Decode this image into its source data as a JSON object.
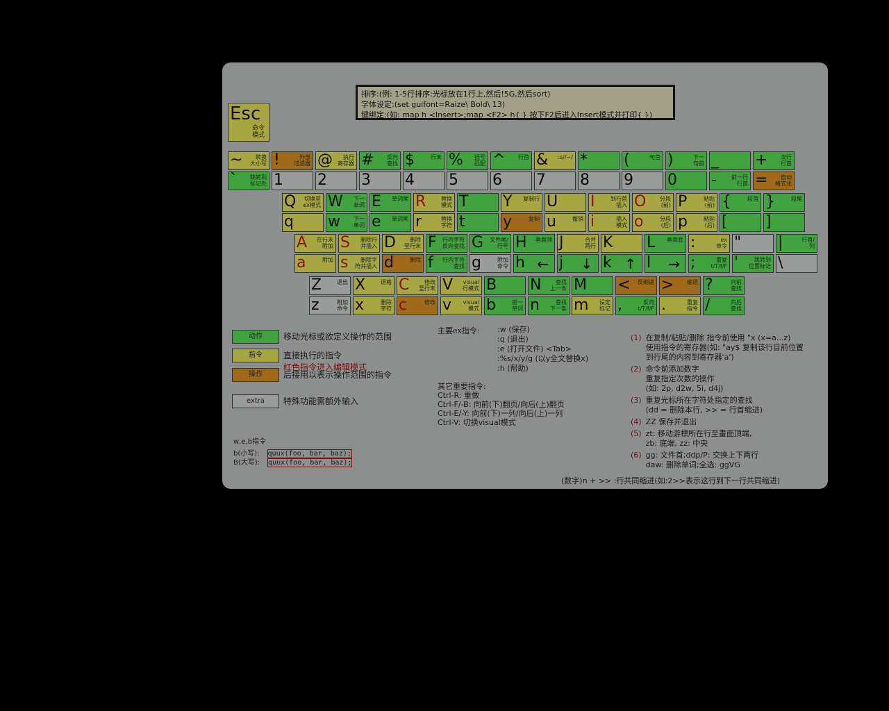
{
  "tip_lines": [
    "排序:(例: 1-5行排序:光标放在1行上,然后!5G,然后sort)",
    "字体设定:(set guifont=Raize\\ Bold\\ 13)",
    "键绑定:(如: map h <Insert>;map <F2> h{ } 按下F2后进入Insert模式并打印{ })"
  ],
  "esc": {
    "label": "Esc",
    "desc": "命令\n模式"
  },
  "rows": [
    [
      {
        "t": "~",
        "td": "转换\n大小写",
        "tc": "y",
        "b": "`",
        "bd": "跳转到\n标记处",
        "bc": "g"
      },
      {
        "t": "!",
        "td": "外部\n过滤器",
        "tc": "o",
        "b": "1",
        "bd": "",
        "bc": "gr"
      },
      {
        "t": "@",
        "td": "执行\n寄存器",
        "tc": "y",
        "b": "2",
        "bd": "",
        "bc": "gr"
      },
      {
        "t": "#",
        "td": "反向\n查找",
        "tc": "g",
        "b": "3",
        "bd": "",
        "bc": "gr"
      },
      {
        "t": "$",
        "td": "行末",
        "tc": "g",
        "b": "4",
        "bd": "",
        "bc": "gr"
      },
      {
        "t": "%",
        "td": "括号\n匹配",
        "tc": "g",
        "b": "5",
        "bd": "",
        "bc": "gr"
      },
      {
        "t": "^",
        "td": "行首",
        "tc": "g",
        "b": "6",
        "bd": "",
        "bc": "gr"
      },
      {
        "t": "&",
        "td": ":s//~/",
        "tc": "y",
        "b": "7",
        "bd": "",
        "bc": "gr"
      },
      {
        "t": "*",
        "td": "",
        "tc": "g",
        "b": "8",
        "bd": "",
        "bc": "gr"
      },
      {
        "t": "(",
        "td": "句首",
        "tc": "g",
        "b": "9",
        "bd": "",
        "bc": "gr"
      },
      {
        "t": ")",
        "td": "下一\n句首",
        "tc": "g",
        "b": "0",
        "bd": "",
        "bc": "g"
      },
      {
        "t": "_",
        "td": "",
        "tc": "g",
        "b": "-",
        "bd": "前一行\n行首",
        "bc": "g"
      },
      {
        "t": "+",
        "td": "次行\n行首",
        "tc": "g",
        "b": "=",
        "bd": "自动\n格式化",
        "bc": "o"
      }
    ],
    [
      {
        "t": "Q",
        "td": "切换至\nex模式",
        "tc": "y",
        "b": "q",
        "bd": "",
        "bc": "y"
      },
      {
        "t": "W",
        "td": "下一\n单词",
        "tc": "g",
        "b": "w",
        "bd": "下一\n单词",
        "bc": "g"
      },
      {
        "t": "E",
        "td": "单词尾",
        "tc": "g",
        "b": "e",
        "bd": "单词尾",
        "bc": "g"
      },
      {
        "t": "R",
        "td": "替换\n模式",
        "tc": "y",
        "b": "r",
        "bd": "替换\n字符",
        "bc": "y",
        "tr": true
      },
      {
        "t": "T",
        "td": "",
        "tc": "g",
        "b": "t",
        "bd": "",
        "bc": "g"
      },
      {
        "t": "Y",
        "td": "复制行",
        "tc": "y",
        "b": "y",
        "bd": "复制",
        "bc": "o"
      },
      {
        "t": "U",
        "td": "",
        "tc": "y",
        "b": "u",
        "bd": "撤销",
        "bc": "y"
      },
      {
        "t": "I",
        "td": "到行首\n插入",
        "tc": "y",
        "b": "i",
        "bd": "插入\n模式",
        "bc": "y",
        "tr": true,
        "br": true
      },
      {
        "t": "O",
        "td": "分段\n(前)",
        "tc": "y",
        "b": "o",
        "bd": "分段\n(后)",
        "bc": "y",
        "tr": true,
        "br": true
      },
      {
        "t": "P",
        "td": "粘贴\n(前)",
        "tc": "y",
        "b": "p",
        "bd": "粘贴\n(后)",
        "bc": "y"
      },
      {
        "t": "{",
        "td": "段首",
        "tc": "g",
        "b": "[",
        "bd": "",
        "bc": "g"
      },
      {
        "t": "}",
        "td": "段尾",
        "tc": "g",
        "b": "]",
        "bd": "",
        "bc": "g"
      }
    ],
    [
      {
        "t": "A",
        "td": "在行末\n附加",
        "tc": "y",
        "b": "a",
        "bd": "附加",
        "bc": "y",
        "tr": true,
        "br": true
      },
      {
        "t": "S",
        "td": "删除行\n并插入",
        "tc": "y",
        "b": "s",
        "bd": "删除字\n符并插入",
        "bc": "y",
        "tr": true,
        "br": true
      },
      {
        "t": "D",
        "td": "删除\n至行末",
        "tc": "y",
        "b": "d",
        "bd": "删除",
        "bc": "o"
      },
      {
        "t": "F",
        "td": "行内字符\n反向查找",
        "tc": "g",
        "b": "f",
        "bd": "行内字符\n查找",
        "bc": "g"
      },
      {
        "t": "G",
        "td": "文件尾/\n行号",
        "tc": "g",
        "b": "g",
        "bd": "附加\n命令",
        "bc": "gr"
      },
      {
        "t": "H",
        "td": "画面顶",
        "tc": "g",
        "b": "h",
        "bd": "",
        "bc": "g",
        "arrow": "←"
      },
      {
        "t": "J",
        "td": "合并\n两行",
        "tc": "y",
        "b": "j",
        "bd": "",
        "bc": "g",
        "arrow": "↓"
      },
      {
        "t": "K",
        "td": "",
        "tc": "y",
        "b": "k",
        "bd": "",
        "bc": "g",
        "arrow": "↑"
      },
      {
        "t": "L",
        "td": "画面底",
        "tc": "g",
        "b": "l",
        "bd": "",
        "bc": "g",
        "arrow": "→"
      },
      {
        "t": ":",
        "td": "ex\n命令",
        "tc": "y",
        "b": ";",
        "bd": "重复\nt/T/f/F",
        "bc": "g"
      },
      {
        "t": "\"",
        "td": "",
        "tc": "gr",
        "b": "'",
        "bd": "跳转到\n位置标记",
        "bc": "g"
      },
      {
        "t": "|",
        "td": "行首/\n列",
        "tc": "g",
        "b": "\\",
        "bd": "",
        "bc": "gr"
      }
    ],
    [
      {
        "t": "Z",
        "td": "退出",
        "tc": "gr",
        "b": "z",
        "bd": "附加\n命令",
        "bc": "gr"
      },
      {
        "t": "X",
        "td": "退格",
        "tc": "y",
        "b": "x",
        "bd": "删除\n字符",
        "bc": "y"
      },
      {
        "t": "C",
        "td": "修改\n至行末",
        "tc": "y",
        "b": "c",
        "bd": "修改",
        "bc": "o",
        "tr": true,
        "br": true
      },
      {
        "t": "V",
        "td": "visual\n行模式",
        "tc": "y",
        "b": "v",
        "bd": "visual\n模式",
        "bc": "y"
      },
      {
        "t": "B",
        "td": "",
        "tc": "g",
        "b": "b",
        "bd": "前一\n单词",
        "bc": "g"
      },
      {
        "t": "N",
        "td": "查找\n上一条",
        "tc": "g",
        "b": "n",
        "bd": "查找\n下一条",
        "bc": "g"
      },
      {
        "t": "M",
        "td": "",
        "tc": "g",
        "b": "m",
        "bd": "设定\n标记",
        "bc": "y"
      },
      {
        "t": "<",
        "td": "反缩进",
        "tc": "o",
        "b": ",",
        "bd": "反向\nt/T/f/F",
        "bc": "g"
      },
      {
        "t": ">",
        "td": "缩进",
        "tc": "o",
        "b": ".",
        "bd": "重复\n指令",
        "bc": "y"
      },
      {
        "t": "?",
        "td": "向前\n查找",
        "tc": "g",
        "b": "/",
        "bd": "向后\n查找",
        "bc": "g"
      }
    ]
  ],
  "legend": [
    {
      "box": "动作",
      "color": "g",
      "text": "移动光标或欲定义操作的范围",
      "text2": ""
    },
    {
      "box": "指令",
      "color": "y",
      "text": "直接执行的指令",
      "text2": "红色指令进入编辑模式"
    },
    {
      "box": "操作",
      "color": "o",
      "text": "后接用以表示操作范围的指令",
      "text2": ""
    },
    {
      "box": "extra",
      "color": "gr",
      "text": "特殊功能需额外输入",
      "text2": ""
    }
  ],
  "ex_title": "主要ex指令:",
  "ex_cmds": [
    ":w (保存)",
    ":q (退出)",
    ":e (打开文件) <Tab>",
    ":%s/x/y/g (以y全文替换x)",
    ":h (帮助)"
  ],
  "other_title": "其它重要指令:",
  "other_cmds": [
    "Ctrl-R: 重做",
    "Ctrl-F/-B: 向前(下)翻页/向后(上)翻页",
    "Ctrl-E/-Y: 向前(下)一列/向后(上)一列",
    "Ctrl-V: 切换visual模式"
  ],
  "notes": [
    {
      "n": "(1)",
      "lines": [
        "在复制/粘贴/删除 指令前使用 \"x (x=a...z)",
        "使用指令的寄存器(如: \"ay$ 复制该行目前位置",
        "到行尾的内容到寄存器'a')"
      ]
    },
    {
      "n": "(2)",
      "lines": [
        "命令前添加数字",
        "重复指定次数的操作",
        "(如: 2p, d2w, 5i, d4j)"
      ]
    },
    {
      "n": "(3)",
      "lines": [
        "重复光标所在字符处指定的查找",
        "(dd = 删除本行, >> = 行首缩进)"
      ]
    },
    {
      "n": "(4)",
      "lines": [
        "ZZ 保存并退出"
      ]
    },
    {
      "n": "(5)",
      "lines": [
        "zt: 移动游標所在行至畫面頂端,",
        "zb: 底端, zz: 中央"
      ]
    },
    {
      "n": "(6)",
      "lines": [
        "gg: 文件首;ddp/P: 交换上下两行",
        "daw: 删除单词;全选: ggVG"
      ]
    }
  ],
  "web_title": "w,e,b指令",
  "web_rows": [
    {
      "label": "b(小写):",
      "code": "quux(foo, bar, baz);"
    },
    {
      "label": "B(大写):",
      "code": "quux(foo, bar, baz);"
    }
  ],
  "footer": "(数字)n + >> :行共同缩进(如:2>>表示这行到下一行共同缩进)"
}
